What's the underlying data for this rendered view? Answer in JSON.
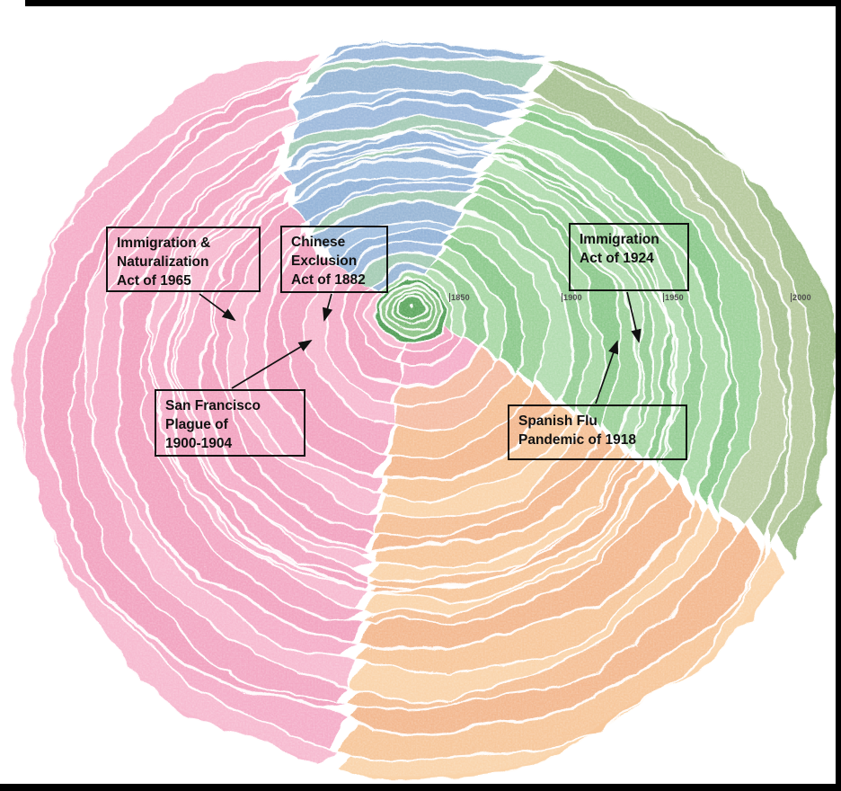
{
  "chart_data": {
    "type": "other",
    "subtype": "radial-tree-rings",
    "description": "Tree-ring (dendrochronology) style visualization of U.S. immigration over time; concentric irregular annual rings grow outward from the center, colored by direction/region (green east, blue top, pink west, orange bottom), with white ring boundaries and historical event callouts.",
    "time_axis": {
      "tick_years": [
        "1850",
        "1900",
        "1950",
        "2000"
      ]
    },
    "rings": [
      {
        "year": 1790,
        "r": 2
      },
      {
        "year": 1800,
        "r": 14
      },
      {
        "year": 1810,
        "r": 19
      },
      {
        "year": 1820,
        "r": 25
      },
      {
        "year": 1830,
        "r": 32
      },
      {
        "year": 1840,
        "r": 39
      },
      {
        "year": 1850,
        "r": 47
      },
      {
        "year": 1858,
        "r": 60
      },
      {
        "year": 1866,
        "r": 80
      },
      {
        "year": 1874,
        "r": 100
      },
      {
        "year": 1882,
        "r": 122
      },
      {
        "year": 1890,
        "r": 147
      },
      {
        "year": 1900,
        "r": 172
      },
      {
        "year": 1908,
        "r": 191
      },
      {
        "year": 1916,
        "r": 209
      },
      {
        "year": 1924,
        "r": 226
      },
      {
        "year": 1931,
        "r": 242
      },
      {
        "year": 1938,
        "r": 258
      },
      {
        "year": 1942,
        "r": 266
      },
      {
        "year": 1946,
        "r": 274
      },
      {
        "year": 1950,
        "r": 281
      },
      {
        "year": 1954,
        "r": 289
      },
      {
        "year": 1958,
        "r": 297
      },
      {
        "year": 1965,
        "r": 312
      },
      {
        "year": 1972,
        "r": 338
      },
      {
        "year": 1979,
        "r": 357
      },
      {
        "year": 1986,
        "r": 376
      },
      {
        "year": 1993,
        "r": 396
      },
      {
        "year": 2000,
        "r": 418
      },
      {
        "year": 2008,
        "r": 440
      },
      {
        "year": 2016,
        "r": 456
      }
    ],
    "palette": {
      "core_greens": [
        "#4f9d55",
        "#5da75f",
        "#6cb16b",
        "#7cba78",
        "#8cc386"
      ],
      "greens": [
        "#8cc98c",
        "#9ed29b",
        "#b2dcb0",
        "#97ce96",
        "#a9d8a6"
      ],
      "blues": [
        "#93b3d8",
        "#a3c0e0",
        "#98b6d6",
        "#a5ccb4",
        "#9db9dc"
      ],
      "pinks": [
        "#f2a3c0",
        "#f5aec9",
        "#f7bad0",
        "#f3a8c4"
      ],
      "oranges": [
        "#f3b88f",
        "#f7c79b",
        "#fad4ab",
        "#f5c096"
      ],
      "orange_light": "#f5bda4",
      "salmon": "#ef9583",
      "ring_line": "#ffffff"
    },
    "annotations": [
      {
        "id": "immigration-1965",
        "text": "Immigration &\nNaturalization\nAct of 1965"
      },
      {
        "id": "chinese-exclusion-1882",
        "text": "Chinese\nExclusion\nAct of 1882"
      },
      {
        "id": "immigration-1924",
        "text": "Immigration\nAct of 1924"
      },
      {
        "id": "sf-plague-1900",
        "text": "San Francisco\nPlague of\n1900-1904"
      },
      {
        "id": "spanish-flu-1918",
        "text": "Spanish Flu\nPandemic of 1918"
      }
    ]
  }
}
